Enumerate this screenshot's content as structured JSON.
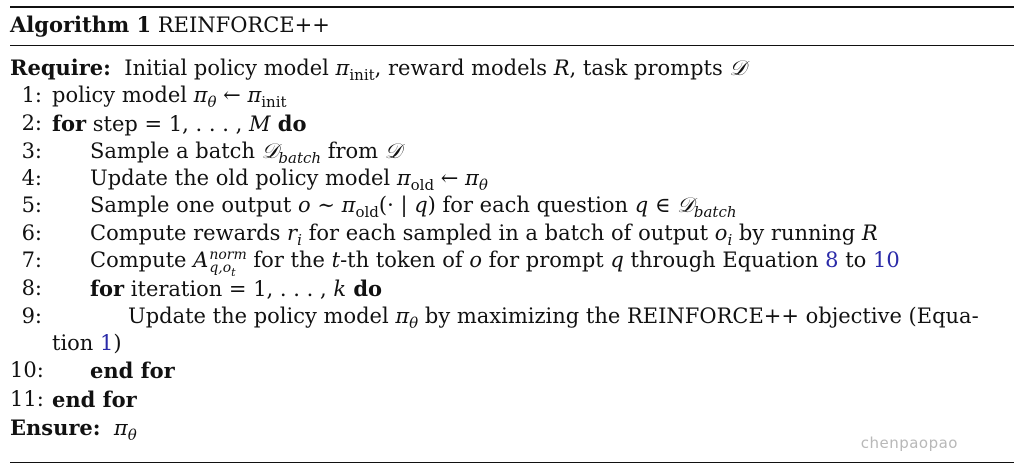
{
  "algorithm": {
    "label": "Algorithm 1",
    "name": "REINFORCE++",
    "require_kw": "Require:",
    "require_a": "Initial policy model ",
    "require_b": ", reward models ",
    "require_c": ", task prompts ",
    "ensure_kw": "Ensure:",
    "lines": {
      "l1": {
        "num": "1:",
        "a": "policy model "
      },
      "l2": {
        "num": "2:",
        "for_kw": "for",
        "a": " step = 1, . . . , ",
        "M": "M",
        "do_kw": " do"
      },
      "l3": {
        "num": "3:",
        "a": "Sample a batch ",
        "b": " from "
      },
      "l4": {
        "num": "4:",
        "a": "Update the old policy model "
      },
      "l5": {
        "num": "5:",
        "a": "Sample one output ",
        "b": " for each question "
      },
      "l6": {
        "num": "6:",
        "a": "Compute rewards ",
        "b": " for each sampled in a batch of output ",
        "c": " by running "
      },
      "l7": {
        "num": "7:",
        "a": "Compute ",
        "b": " for the ",
        "c": "-th token of ",
        "d": " for prompt ",
        "e": " through Equation ",
        "ref1": "8",
        "f": " to ",
        "ref2": "10"
      },
      "l8": {
        "num": "8:",
        "for_kw": "for",
        "a": " iteration = 1, . . . , ",
        "do_kw": " do"
      },
      "l9": {
        "num": "9:",
        "a": "Update the policy model ",
        "b": " by maximizing the REINFORCE++ objective (Equa-",
        "cont": "tion ",
        "ref": "1",
        "close": ")"
      },
      "l10": {
        "num": "10:",
        "end_kw": "end for"
      },
      "l11": {
        "num": "11:",
        "end_kw": "end for"
      }
    }
  },
  "watermark": "chenpaopao"
}
